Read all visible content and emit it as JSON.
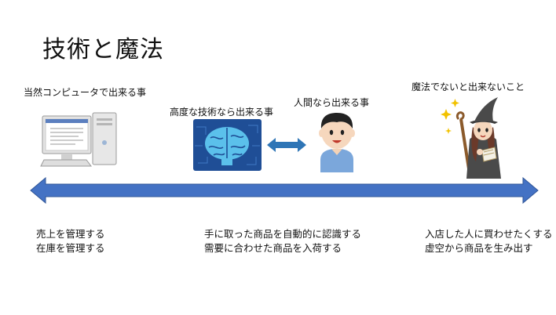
{
  "slide": {
    "title": "技術と魔法"
  },
  "labels": {
    "computer": "当然コンピュータで出来る事",
    "ai": "高度な技術なら出来る事",
    "human": "人間なら出来る事",
    "magic": "魔法でないと出来ないこと"
  },
  "notes": {
    "computer": [
      "売上を管理する",
      "在庫を管理する"
    ],
    "ai": [
      "手に取った商品を自動的に認識する",
      "需要に合わせた商品を入荷する"
    ],
    "magic": [
      "入店した人に買わせたくする",
      "虚空から商品を生み出す"
    ]
  },
  "colors": {
    "arrow": "#4472C4",
    "arrow_dark": "#2F5597",
    "brain_bg": "#1F4E96",
    "brain": "#5BC0EB",
    "exchange_arrow": "#2E75B6"
  },
  "icons": [
    "computer-illustration",
    "ai-brain-illustration",
    "exchange-arrow-icon",
    "person-illustration",
    "wizard-illustration"
  ]
}
